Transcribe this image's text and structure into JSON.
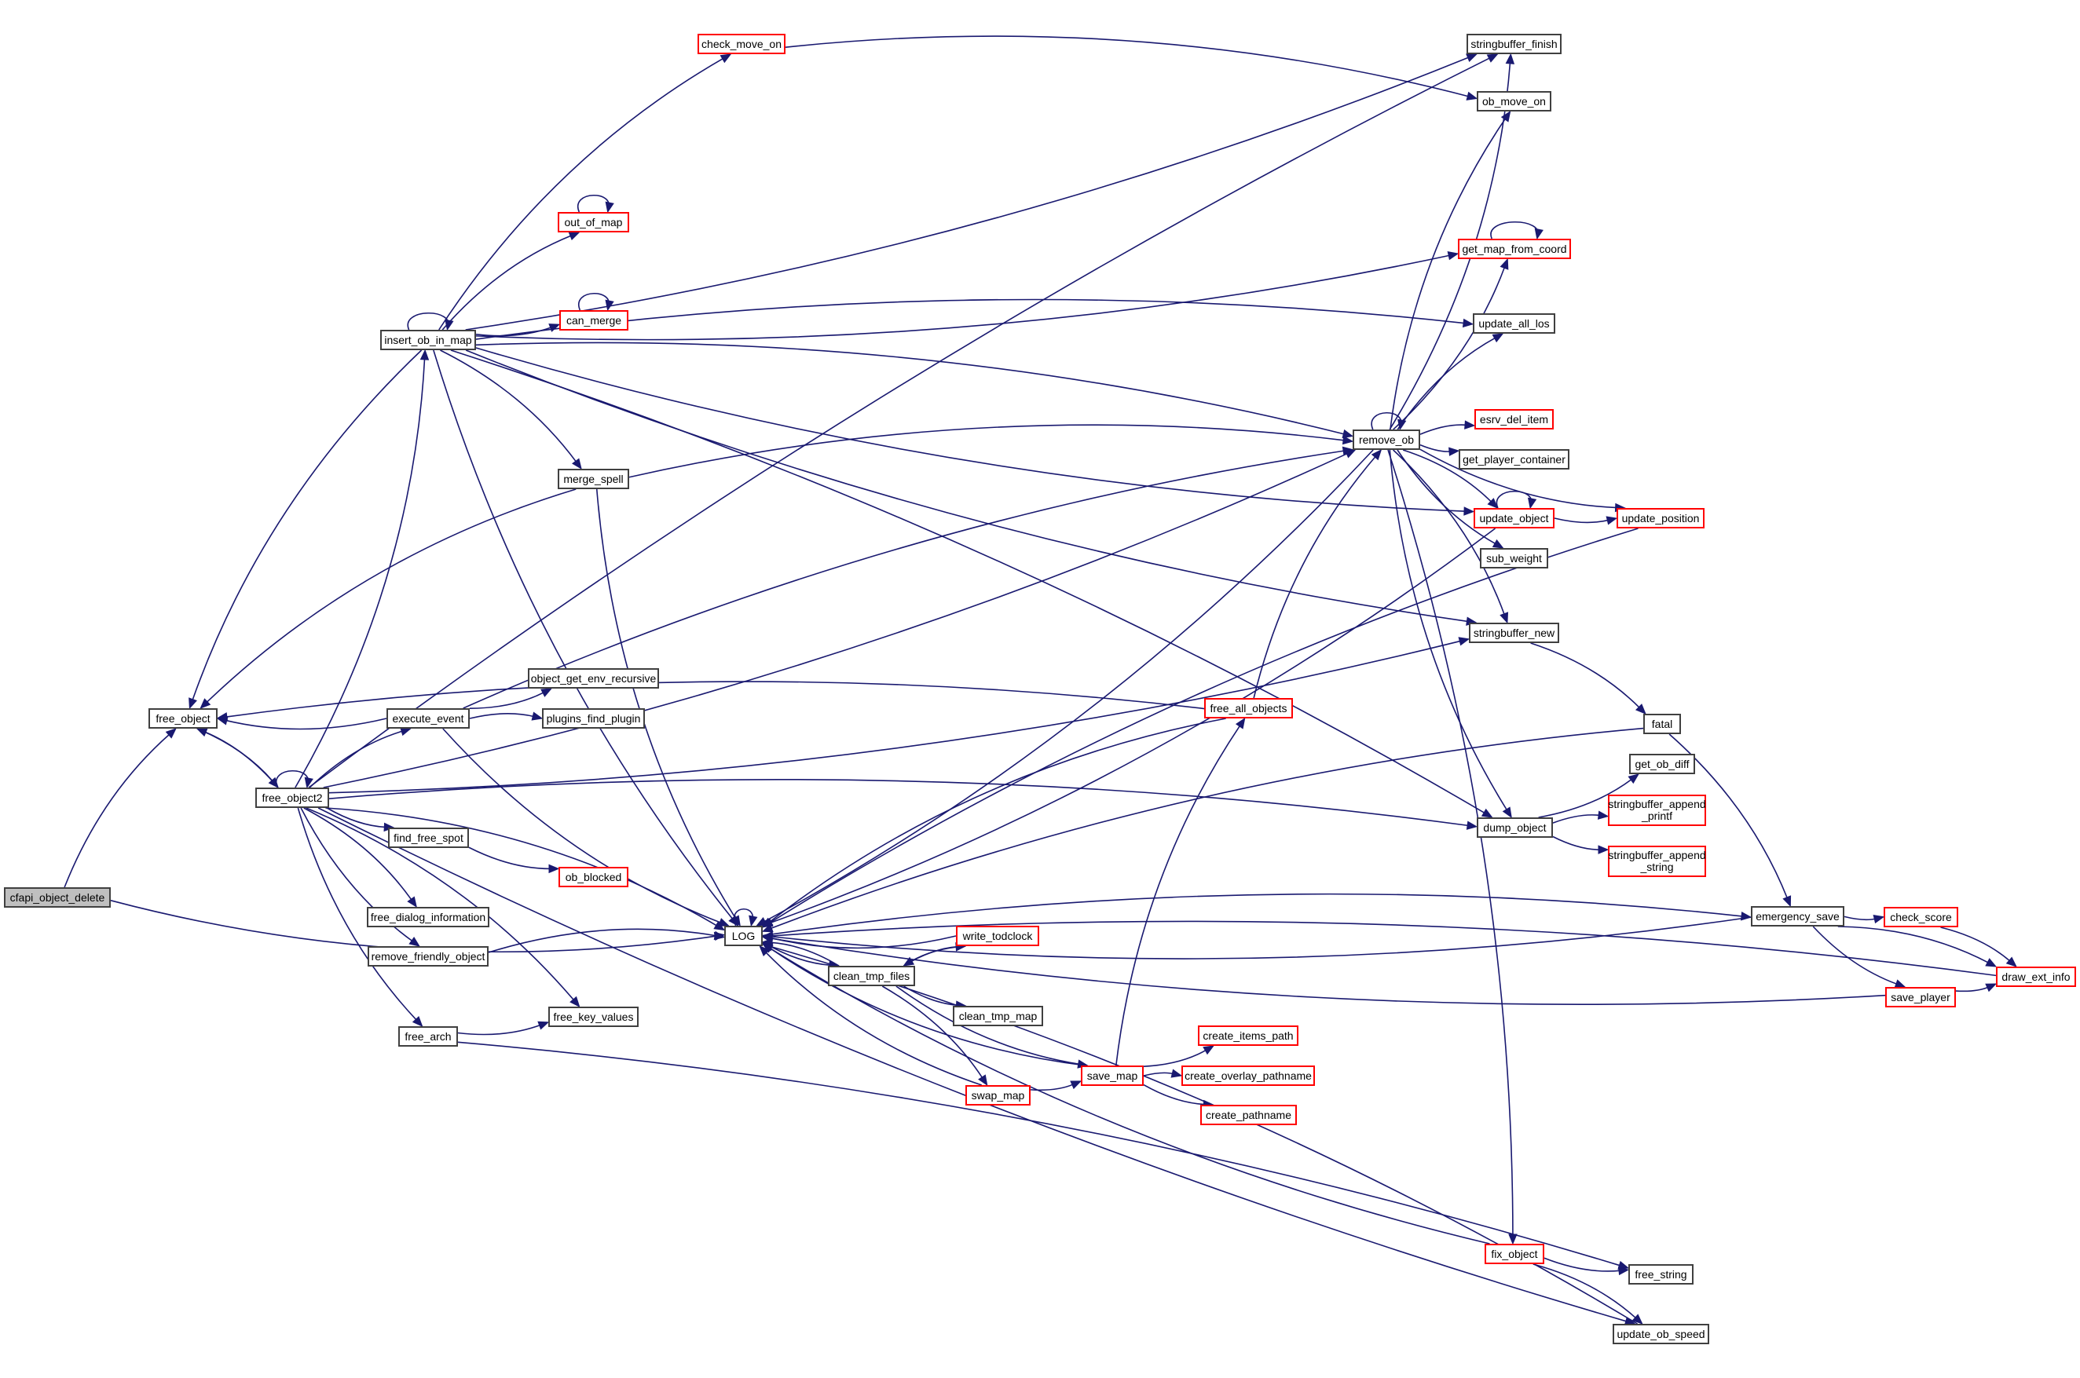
{
  "diagram": {
    "type": "call-graph",
    "colors": {
      "edge": "#191970",
      "node_border": "#404040",
      "external_border": "#ff0000",
      "root_fill": "#bfbfbf"
    },
    "nodes": [
      {
        "id": "cfapi_object_delete",
        "label": "cfapi_object_delete",
        "kind": "root"
      },
      {
        "id": "free_object",
        "label": "free_object",
        "kind": "normal"
      },
      {
        "id": "free_object2",
        "label": "free_object2",
        "kind": "normal"
      },
      {
        "id": "insert_ob_in_map",
        "label": "insert_ob_in_map",
        "kind": "normal"
      },
      {
        "id": "check_move_on",
        "label": "check_move_on",
        "kind": "external"
      },
      {
        "id": "out_of_map",
        "label": "out_of_map",
        "kind": "external"
      },
      {
        "id": "can_merge",
        "label": "can_merge",
        "kind": "external"
      },
      {
        "id": "merge_spell",
        "label": "merge_spell",
        "kind": "normal"
      },
      {
        "id": "execute_event",
        "label": "execute_event",
        "kind": "normal"
      },
      {
        "id": "object_get_env_recursive",
        "label": "object_get_env_recursive",
        "kind": "normal"
      },
      {
        "id": "plugins_find_plugin",
        "label": "plugins_find_plugin",
        "kind": "normal"
      },
      {
        "id": "find_free_spot",
        "label": "find_free_spot",
        "kind": "normal"
      },
      {
        "id": "ob_blocked",
        "label": "ob_blocked",
        "kind": "external"
      },
      {
        "id": "free_dialog_information",
        "label": "free_dialog_information",
        "kind": "normal"
      },
      {
        "id": "remove_friendly_object",
        "label": "remove_friendly_object",
        "kind": "normal"
      },
      {
        "id": "free_key_values",
        "label": "free_key_values",
        "kind": "normal"
      },
      {
        "id": "free_arch",
        "label": "free_arch",
        "kind": "normal"
      },
      {
        "id": "LOG",
        "label": "LOG",
        "kind": "normal"
      },
      {
        "id": "write_todclock",
        "label": "write_todclock",
        "kind": "external"
      },
      {
        "id": "clean_tmp_files",
        "label": "clean_tmp_files",
        "kind": "normal"
      },
      {
        "id": "clean_tmp_map",
        "label": "clean_tmp_map",
        "kind": "normal"
      },
      {
        "id": "swap_map",
        "label": "swap_map",
        "kind": "external"
      },
      {
        "id": "save_map",
        "label": "save_map",
        "kind": "external"
      },
      {
        "id": "create_items_path",
        "label": "create_items_path",
        "kind": "external"
      },
      {
        "id": "create_overlay_pathname",
        "label": "create_overlay_pathname",
        "kind": "external"
      },
      {
        "id": "create_pathname",
        "label": "create_pathname",
        "kind": "external"
      },
      {
        "id": "free_all_objects",
        "label": "free_all_objects",
        "kind": "external"
      },
      {
        "id": "stringbuffer_finish",
        "label": "stringbuffer_finish",
        "kind": "normal"
      },
      {
        "id": "ob_move_on",
        "label": "ob_move_on",
        "kind": "normal"
      },
      {
        "id": "get_map_from_coord",
        "label": "get_map_from_coord",
        "kind": "external"
      },
      {
        "id": "update_all_los",
        "label": "update_all_los",
        "kind": "normal"
      },
      {
        "id": "remove_ob",
        "label": "remove_ob",
        "kind": "normal"
      },
      {
        "id": "esrv_del_item",
        "label": "esrv_del_item",
        "kind": "external"
      },
      {
        "id": "get_player_container",
        "label": "get_player_container",
        "kind": "normal"
      },
      {
        "id": "update_object",
        "label": "update_object",
        "kind": "external"
      },
      {
        "id": "update_position",
        "label": "update_position",
        "kind": "external"
      },
      {
        "id": "sub_weight",
        "label": "sub_weight",
        "kind": "normal"
      },
      {
        "id": "stringbuffer_new",
        "label": "stringbuffer_new",
        "kind": "normal"
      },
      {
        "id": "fatal",
        "label": "fatal",
        "kind": "normal"
      },
      {
        "id": "get_ob_diff",
        "label": "get_ob_diff",
        "kind": "normal"
      },
      {
        "id": "dump_object",
        "label": "dump_object",
        "kind": "normal"
      },
      {
        "id": "stringbuffer_append_printf",
        "label": "stringbuffer_append\n_printf",
        "kind": "external"
      },
      {
        "id": "stringbuffer_append_string",
        "label": "stringbuffer_append\n_string",
        "kind": "external"
      },
      {
        "id": "emergency_save",
        "label": "emergency_save",
        "kind": "normal"
      },
      {
        "id": "check_score",
        "label": "check_score",
        "kind": "external"
      },
      {
        "id": "draw_ext_info",
        "label": "draw_ext_info",
        "kind": "external"
      },
      {
        "id": "save_player",
        "label": "save_player",
        "kind": "external"
      },
      {
        "id": "fix_object",
        "label": "fix_object",
        "kind": "external"
      },
      {
        "id": "free_string",
        "label": "free_string",
        "kind": "normal"
      },
      {
        "id": "update_ob_speed",
        "label": "update_ob_speed",
        "kind": "normal"
      }
    ],
    "edges": [
      [
        "cfapi_object_delete",
        "free_object"
      ],
      [
        "cfapi_object_delete",
        "LOG"
      ],
      [
        "free_object",
        "free_object2"
      ],
      [
        "free_object2",
        "free_object"
      ],
      [
        "free_object2",
        "free_object2"
      ],
      [
        "free_object2",
        "insert_ob_in_map"
      ],
      [
        "free_object2",
        "execute_event"
      ],
      [
        "free_object2",
        "find_free_spot"
      ],
      [
        "free_object2",
        "free_dialog_information"
      ],
      [
        "free_object2",
        "remove_friendly_object"
      ],
      [
        "free_object2",
        "free_key_values"
      ],
      [
        "free_object2",
        "free_arch"
      ],
      [
        "free_object2",
        "LOG"
      ],
      [
        "free_object2",
        "stringbuffer_new"
      ],
      [
        "free_object2",
        "dump_object"
      ],
      [
        "free_object2",
        "remove_ob"
      ],
      [
        "free_object2",
        "stringbuffer_finish"
      ],
      [
        "free_object2",
        "update_ob_speed"
      ],
      [
        "insert_ob_in_map",
        "insert_ob_in_map"
      ],
      [
        "insert_ob_in_map",
        "free_object"
      ],
      [
        "insert_ob_in_map",
        "check_move_on"
      ],
      [
        "insert_ob_in_map",
        "stringbuffer_finish"
      ],
      [
        "insert_ob_in_map",
        "out_of_map"
      ],
      [
        "insert_ob_in_map",
        "can_merge"
      ],
      [
        "insert_ob_in_map",
        "merge_spell"
      ],
      [
        "insert_ob_in_map",
        "LOG"
      ],
      [
        "insert_ob_in_map",
        "remove_ob"
      ],
      [
        "insert_ob_in_map",
        "update_object"
      ],
      [
        "insert_ob_in_map",
        "dump_object"
      ],
      [
        "insert_ob_in_map",
        "get_map_from_coord"
      ],
      [
        "insert_ob_in_map",
        "update_all_los"
      ],
      [
        "insert_ob_in_map",
        "stringbuffer_new"
      ],
      [
        "check_move_on",
        "ob_move_on"
      ],
      [
        "out_of_map",
        "out_of_map"
      ],
      [
        "can_merge",
        "can_merge"
      ],
      [
        "merge_spell",
        "free_object"
      ],
      [
        "merge_spell",
        "remove_ob"
      ],
      [
        "merge_spell",
        "LOG"
      ],
      [
        "execute_event",
        "free_object"
      ],
      [
        "execute_event",
        "object_get_env_recursive"
      ],
      [
        "execute_event",
        "plugins_find_plugin"
      ],
      [
        "execute_event",
        "LOG"
      ],
      [
        "execute_event",
        "remove_ob"
      ],
      [
        "find_free_spot",
        "ob_blocked"
      ],
      [
        "remove_friendly_object",
        "LOG"
      ],
      [
        "free_arch",
        "free_key_values"
      ],
      [
        "free_arch",
        "free_string"
      ],
      [
        "remove_ob",
        "remove_ob"
      ],
      [
        "remove_ob",
        "esrv_del_item"
      ],
      [
        "remove_ob",
        "get_player_container"
      ],
      [
        "remove_ob",
        "update_object"
      ],
      [
        "remove_ob",
        "sub_weight"
      ],
      [
        "remove_ob",
        "stringbuffer_new"
      ],
      [
        "remove_ob",
        "stringbuffer_finish"
      ],
      [
        "remove_ob",
        "ob_move_on"
      ],
      [
        "remove_ob",
        "get_map_from_coord"
      ],
      [
        "remove_ob",
        "update_all_los"
      ],
      [
        "remove_ob",
        "dump_object"
      ],
      [
        "remove_ob",
        "fix_object"
      ],
      [
        "remove_ob",
        "update_position"
      ],
      [
        "remove_ob",
        "LOG"
      ],
      [
        "get_map_from_coord",
        "get_map_from_coord"
      ],
      [
        "update_object",
        "update_object"
      ],
      [
        "update_object",
        "update_position"
      ],
      [
        "update_object",
        "LOG"
      ],
      [
        "update_position",
        "LOG"
      ],
      [
        "stringbuffer_new",
        "fatal"
      ],
      [
        "fatal",
        "LOG"
      ],
      [
        "fatal",
        "emergency_save"
      ],
      [
        "dump_object",
        "get_ob_diff"
      ],
      [
        "dump_object",
        "stringbuffer_append_printf"
      ],
      [
        "dump_object",
        "stringbuffer_append_string"
      ],
      [
        "emergency_save",
        "LOG"
      ],
      [
        "emergency_save",
        "check_score"
      ],
      [
        "emergency_save",
        "draw_ext_info"
      ],
      [
        "emergency_save",
        "save_player"
      ],
      [
        "check_score",
        "draw_ext_info"
      ],
      [
        "save_player",
        "draw_ext_info"
      ],
      [
        "save_player",
        "LOG"
      ],
      [
        "draw_ext_info",
        "LOG"
      ],
      [
        "LOG",
        "LOG"
      ],
      [
        "LOG",
        "clean_tmp_files"
      ],
      [
        "LOG",
        "emergency_save"
      ],
      [
        "clean_tmp_files",
        "LOG"
      ],
      [
        "clean_tmp_files",
        "write_todclock"
      ],
      [
        "clean_tmp_files",
        "clean_tmp_map"
      ],
      [
        "clean_tmp_files",
        "swap_map"
      ],
      [
        "clean_tmp_files",
        "save_map"
      ],
      [
        "write_todclock",
        "LOG"
      ],
      [
        "write_todclock",
        "clean_tmp_files"
      ],
      [
        "swap_map",
        "LOG"
      ],
      [
        "swap_map",
        "save_map"
      ],
      [
        "save_map",
        "LOG"
      ],
      [
        "save_map",
        "create_items_path"
      ],
      [
        "save_map",
        "create_overlay_pathname"
      ],
      [
        "save_map",
        "create_pathname"
      ],
      [
        "save_map",
        "free_all_objects"
      ],
      [
        "free_all_objects",
        "LOG"
      ],
      [
        "free_all_objects",
        "remove_ob"
      ],
      [
        "free_all_objects",
        "free_object"
      ],
      [
        "fix_object",
        "LOG"
      ],
      [
        "fix_object",
        "free_string"
      ],
      [
        "fix_object",
        "update_ob_speed"
      ],
      [
        "update_ob_speed",
        "LOG"
      ]
    ]
  }
}
